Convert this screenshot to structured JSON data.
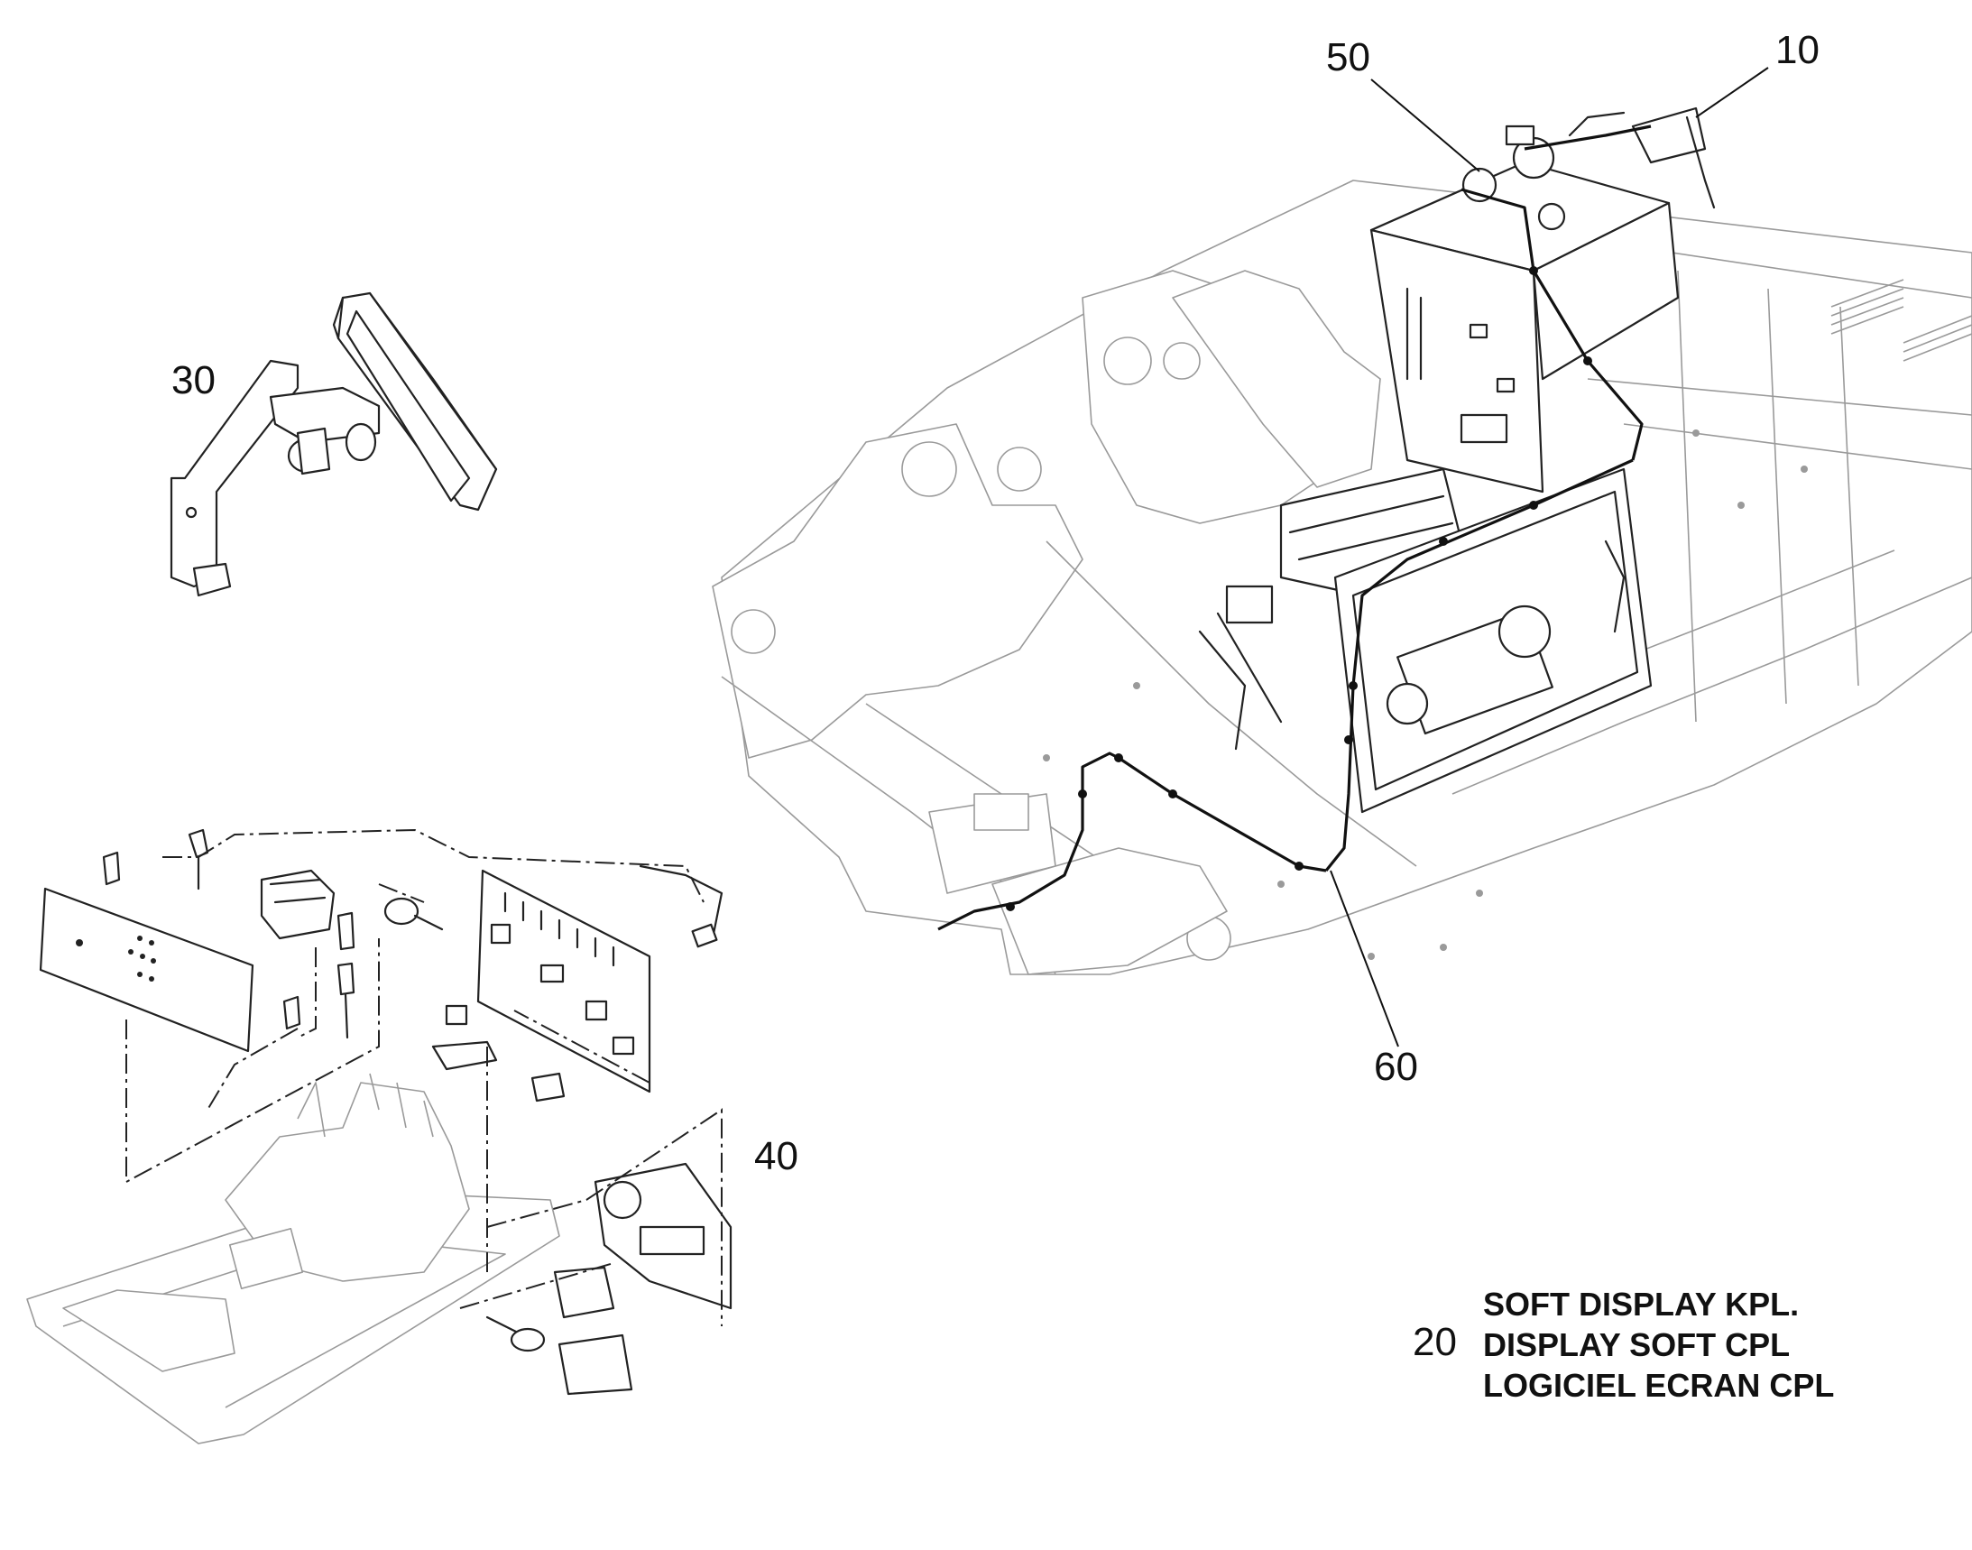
{
  "callouts": {
    "c10": "10",
    "c20": "20",
    "c30": "30",
    "c40": "40",
    "c50": "50",
    "c60": "60"
  },
  "part_note": {
    "line_de": "SOFT DISPLAY KPL.",
    "line_en": "DISPLAY SOFT CPL",
    "line_fr": "LOGICIEL ECRAN CPL"
  },
  "colors": {
    "ink": "#222222",
    "light_ink": "#9a9a9a",
    "background": "#ffffff"
  }
}
